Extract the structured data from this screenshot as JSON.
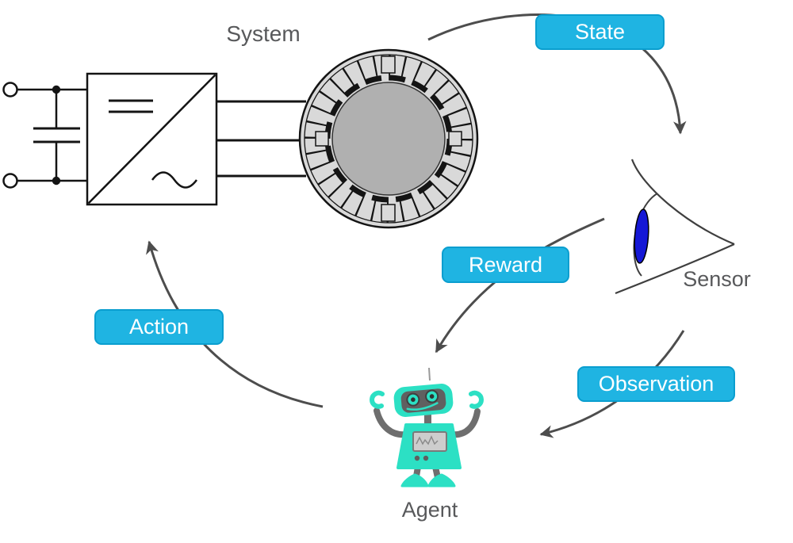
{
  "diagram": {
    "labels": {
      "system": "System",
      "sensor": "Sensor",
      "agent": "Agent"
    },
    "badges": {
      "state": "State",
      "reward": "Reward",
      "action": "Action",
      "observation": "Observation"
    },
    "icons": {
      "system": "power-converter-motor-icon",
      "sensor": "eye-icon",
      "agent": "robot-icon"
    },
    "flow": [
      "System -> State -> Sensor",
      "Sensor -> Observation -> Agent",
      "Sensor -> Reward -> Agent",
      "Agent -> Action -> System"
    ]
  },
  "colors": {
    "badge_fill": "#1fb4e2",
    "badge_border": "#0a9ecf",
    "badge_text": "#ffffff",
    "arrow": "#4d4d4d",
    "label_text": "#58595b",
    "line": "#141414",
    "stator": "#d9d9d9",
    "rotor": "#b0b0b0",
    "robot_teal": "#2ce0c4",
    "robot_gray": "#6e6e6e",
    "screen_gray": "#cdcdcd",
    "iris_blue": "#1518d6"
  }
}
